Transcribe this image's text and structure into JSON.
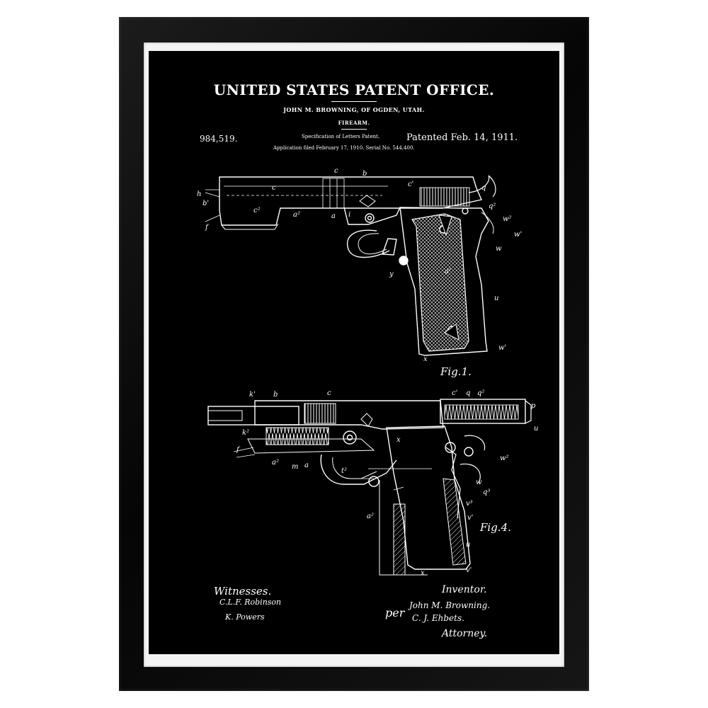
{
  "patent": {
    "office_title": "UNITED STATES PATENT OFFICE.",
    "inventor_line": "JOHN M. BROWNING, OF OGDEN, UTAH.",
    "subject": "FIREARM.",
    "number": "984,519.",
    "specification": "Specification of Letters Patent.",
    "patented": "Patented Feb. 14, 1911.",
    "application": "Application filed February 17, 1910.  Serial No. 544,400."
  },
  "figures": {
    "fig1_label": "Fig.1.",
    "fig4_label": "Fig.4."
  },
  "signatures": {
    "witnesses_label": "Witnesses.",
    "witness_1": "C.L.F. Robinson",
    "witness_2": "K. Powers",
    "inventor_label": "Inventor.",
    "per": "per",
    "inventor_signature": "John M. Browning.",
    "attorney_signature": "C. J. Ehbets.",
    "attorney_label": "Attorney."
  },
  "colors": {
    "frame": "#0a0a0a",
    "mat": "#f4f4f4",
    "sheet": "#000000",
    "ink": "#ffffff"
  }
}
